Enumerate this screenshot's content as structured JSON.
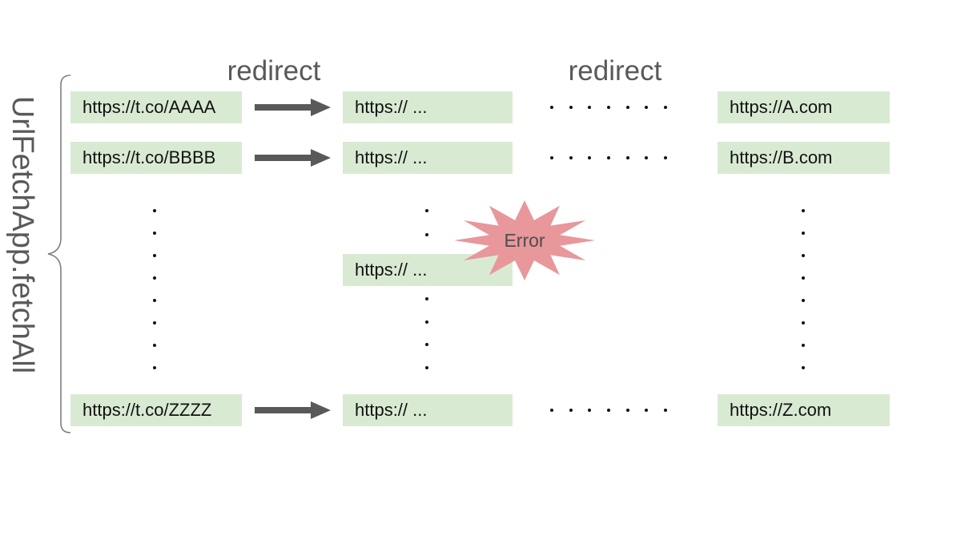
{
  "title": {
    "label": "UrlFetchApp.fetchAll"
  },
  "redirect_labels": {
    "first": "redirect",
    "second": "redirect"
  },
  "rows": [
    {
      "source": "https://t.co/AAAA",
      "intermediate": "https:// ...",
      "final": "https://A.com"
    },
    {
      "source": "https://t.co/BBBB",
      "intermediate": "https:// ...",
      "final": "https://B.com"
    },
    {
      "source": "https://t.co/ZZZZ",
      "intermediate": "https:// ...",
      "final": "https://Z.com"
    }
  ],
  "error_row": {
    "intermediate": "https:// ...",
    "error_label": "Error"
  },
  "colors": {
    "box_fill": "#d9ead3",
    "arrow": "#595959",
    "label_text": "#595959",
    "brace": "#7f7f7f",
    "error_fill": "#e8979b",
    "error_text": "#4d4d4d",
    "dot": "#111111"
  }
}
